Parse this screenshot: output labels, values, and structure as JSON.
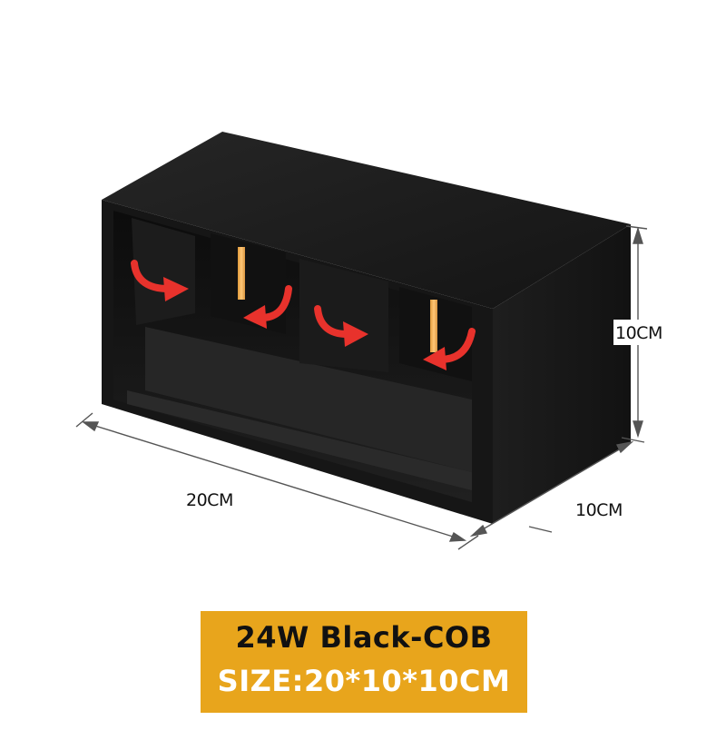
{
  "product": {
    "name": "24W Black-COB",
    "size_label": "SIZE:20*10*10CM",
    "color_accent": "#e8a51c",
    "body_color": "#1a1a1a",
    "led_color": "#f2b460",
    "arrow_color": "#e8322c"
  },
  "dimensions": {
    "width": "20CM",
    "depth": "10CM",
    "height": "10CM"
  }
}
